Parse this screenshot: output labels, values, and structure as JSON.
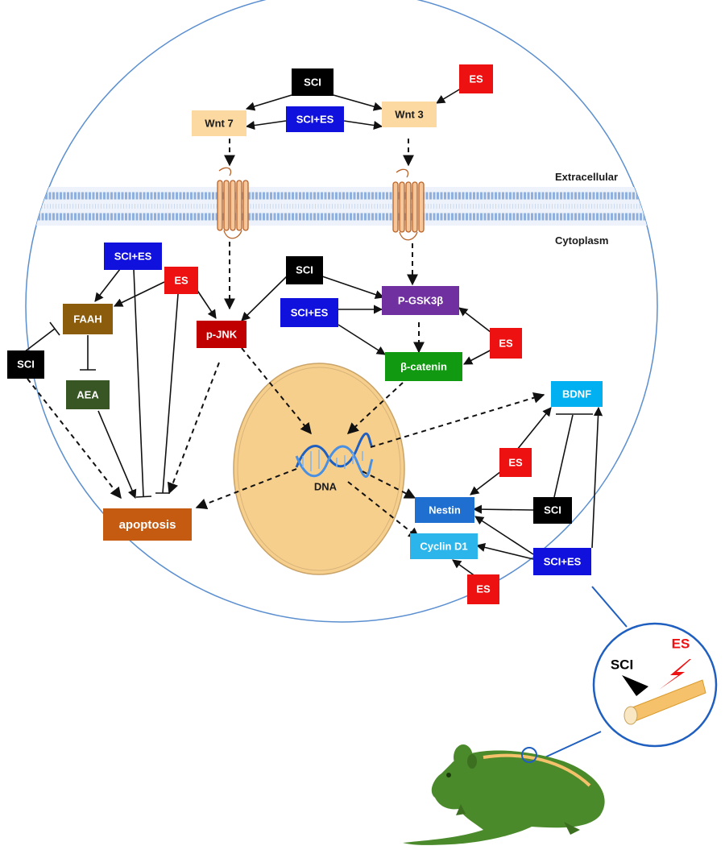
{
  "colors": {
    "SCI": "#000000",
    "SCI+ES": "#1111dd",
    "ES": "#ee1111",
    "wnt": "#fcd9a0",
    "faah": "#8a5c0c",
    "aea": "#375623",
    "pjnk": "#c00000",
    "pgsk": "#7030a0",
    "bcat": "#119911",
    "bdnf": "#00b0f0",
    "nestin": "#1f6fd0",
    "cyclin": "#2bb5ea",
    "apoptosis": "#c55a11",
    "nucleus": "#f7cf8d",
    "rat": "#4b8a2b"
  },
  "nodes": {
    "sci_top": "SCI",
    "es_top": "ES",
    "scies_top": "SCI+ES",
    "wnt7": "Wnt 7",
    "wnt3": "Wnt 3",
    "scies_left": "SCI+ES",
    "es_left": "ES",
    "faah": "FAAH",
    "sci_left": "SCI",
    "aea": "AEA",
    "pjnk": "p-JNK",
    "sci_mid": "SCI",
    "scies_mid": "SCI+ES",
    "pgsk": "P-GSK3β",
    "bcat": "β-catenin",
    "es_right": "ES",
    "bdnf": "BDNF",
    "es_bdnf": "ES",
    "nestin": "Nestin",
    "sci_right": "SCI",
    "cyclin": "Cyclin D1",
    "scies_right": "SCI+ES",
    "es_bottom": "ES",
    "apoptosis": "apoptosis",
    "dna": "DNA"
  },
  "labels": {
    "extracellular": "Extracellular",
    "cytoplasm": "Cytoplasm"
  },
  "inset": {
    "sci": "SCI",
    "es": "ES"
  }
}
